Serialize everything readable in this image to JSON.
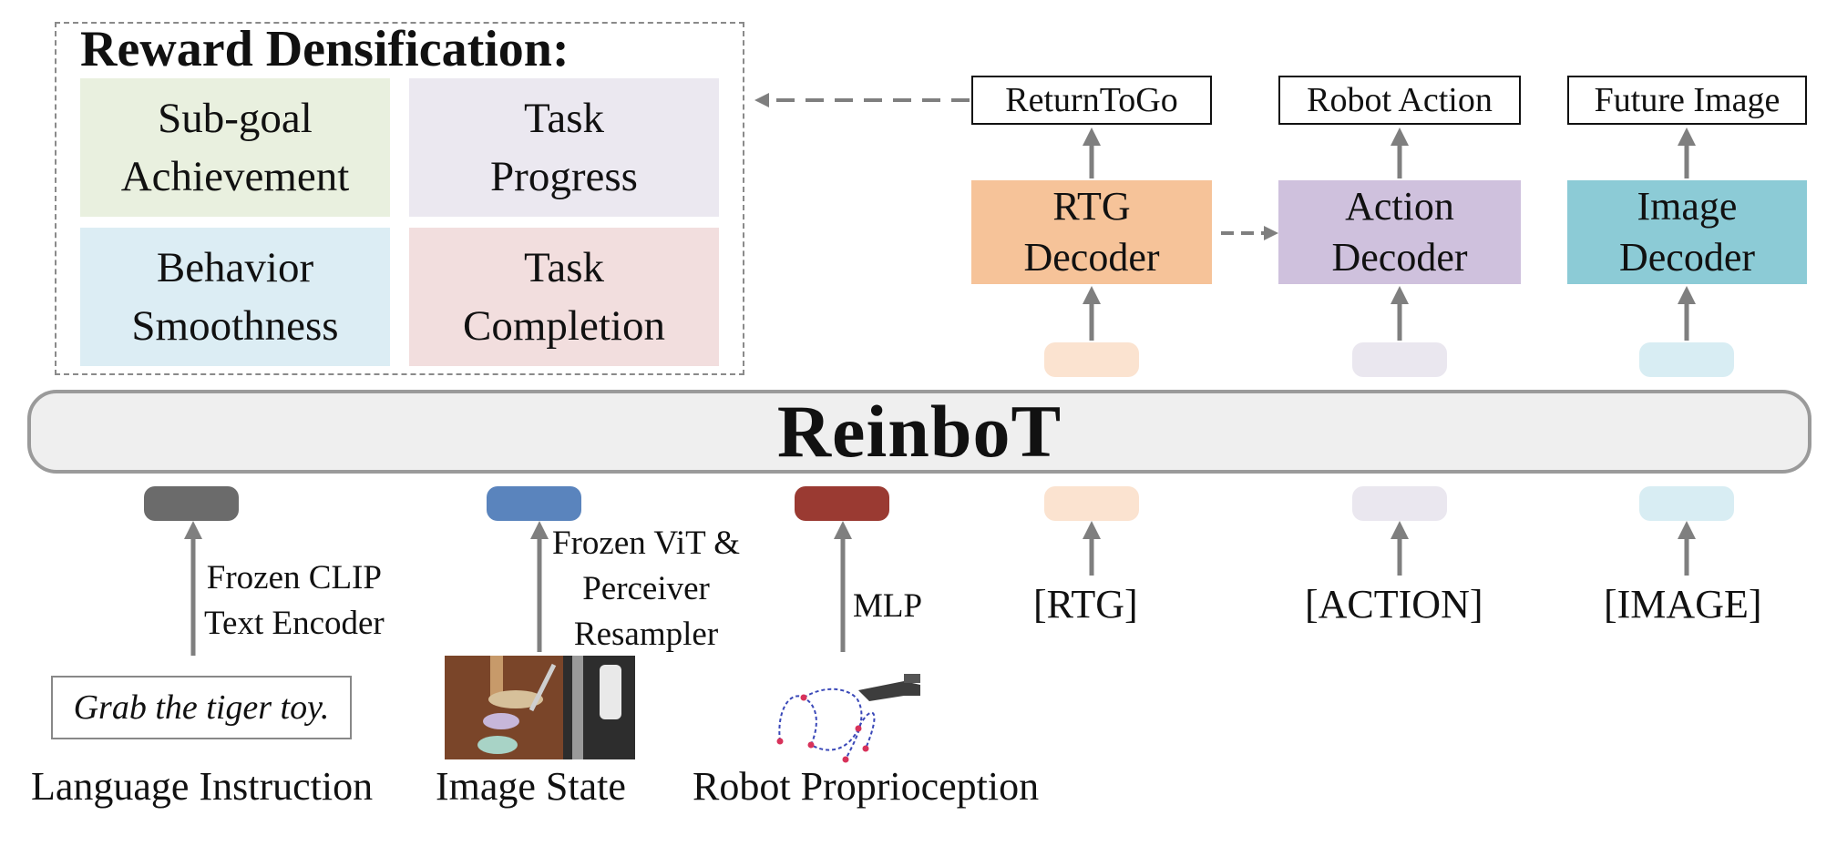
{
  "reward_panel": {
    "title": "Reward Densification:",
    "cells": [
      {
        "line1": "Sub-goal",
        "line2": "Achievement",
        "color": "#e9f0df"
      },
      {
        "line1": "Task",
        "line2": "Progress",
        "color": "#ebe8f0"
      },
      {
        "line1": "Behavior",
        "line2": "Smoothness",
        "color": "#dcedf4"
      },
      {
        "line1": "Task",
        "line2": "Completion",
        "color": "#f2dede"
      }
    ]
  },
  "outputs": [
    "ReturnToGo",
    "Robot Action",
    "Future Image"
  ],
  "decoders": [
    {
      "line1": "RTG",
      "line2": "Decoder",
      "color": "#f6c399"
    },
    {
      "line1": "Action",
      "line2": "Decoder",
      "color": "#cfc1dd"
    },
    {
      "line1": "Image",
      "line2": "Decoder",
      "color": "#8ccbd6"
    }
  ],
  "model_name": "ReinboT",
  "input_tokens": [
    {
      "name": "language",
      "color": "#6b6b6b"
    },
    {
      "name": "image",
      "color": "#5a84bd"
    },
    {
      "name": "proprio",
      "color": "#9a3a32"
    },
    {
      "name": "rtg",
      "color": "#fbe3d0"
    },
    {
      "name": "action",
      "color": "#eae7ef"
    },
    {
      "name": "future-image",
      "color": "#d8edf3"
    }
  ],
  "encoders": {
    "clip": {
      "line1": "Frozen CLIP",
      "line2": "Text Encoder"
    },
    "vit": {
      "line1": "Frozen ViT &",
      "line2": "Perceiver",
      "line3": "Resampler"
    },
    "mlp": "MLP"
  },
  "placeholder_tokens": [
    "[RTG]",
    "[ACTION]",
    "[IMAGE]"
  ],
  "instruction_text": "Grab the tiger toy.",
  "captions": [
    "Language Instruction",
    "Image State",
    "Robot Proprioception"
  ],
  "colors": {
    "arrow": "#7f7f7f",
    "panel_border": "#8a8a8a",
    "bar_fill": "#efefef"
  }
}
